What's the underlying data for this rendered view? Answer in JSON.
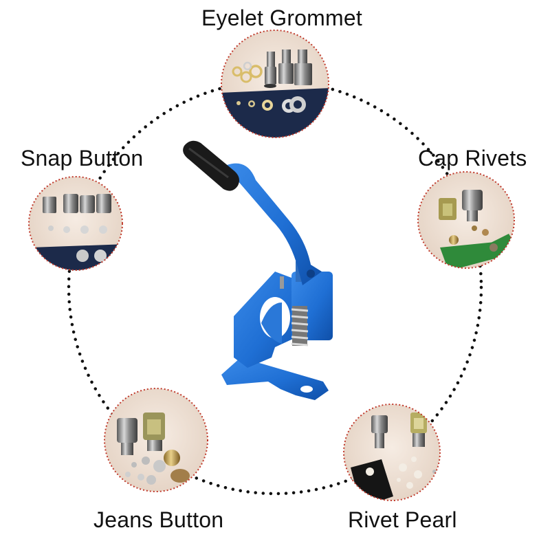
{
  "labels": {
    "eyelet": "Eyelet Grommet",
    "snap": "Snap Button",
    "cap": "Cap Rivets",
    "jeans": "Jeans Button",
    "pearl": "Rivet Pearl"
  },
  "colors": {
    "press_blue": "#1f6fd4",
    "press_blue_dark": "#0f4fa8",
    "handle_grip": "#1a1a1a",
    "dotted_ring": "#111111",
    "badge_border": "#c0392b",
    "badge_fill": "#ecdccf",
    "leather_navy": "#1c2a4a",
    "leather_green": "#2f8a3a",
    "leather_black": "#151515"
  },
  "icons": {
    "center": "hand-press-machine",
    "badges": [
      "eyelet-grommet-dies",
      "snap-button-dies",
      "cap-rivet-dies",
      "jeans-button-dies",
      "rivet-pearl-dies"
    ]
  }
}
